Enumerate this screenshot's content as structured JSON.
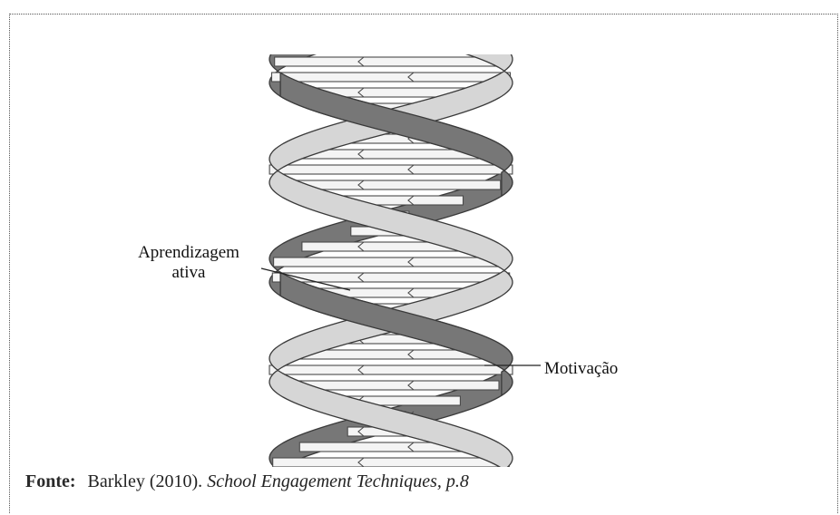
{
  "labels": {
    "left_line1": "Aprendizagem",
    "left_line2": "ativa",
    "right": "Motivação"
  },
  "caption": {
    "key": "Fonte:",
    "author": "Barkley (2010).",
    "title": "School Engagement Techniques, p.8"
  },
  "colors": {
    "strand_dark": "#777777",
    "strand_light": "#d6d6d6",
    "outline": "#3a3a3a",
    "rung_fill": "#f4f4f4",
    "rung_line": "#4a4a4a"
  }
}
